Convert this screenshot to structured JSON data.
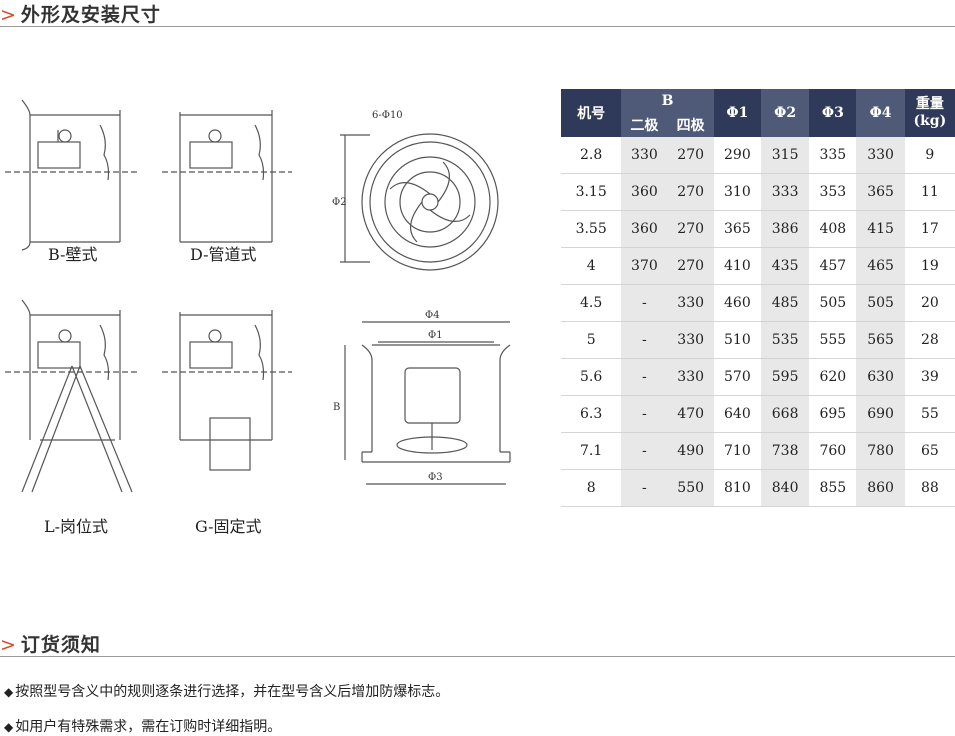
{
  "sections": {
    "dimensions": {
      "chevron": ">",
      "title": "外形及安装尺寸"
    },
    "ordering": {
      "chevron": ">",
      "title": "订货须知"
    }
  },
  "mounts": {
    "b": "B-壁式",
    "d": "D-管道式",
    "l": "L-岗位式",
    "g": "G-固定式"
  },
  "drawing": {
    "holes": "6-Φ10",
    "phi2": "Φ2",
    "phi4": "Φ4",
    "phi1": "Φ1",
    "phi3": "Φ3",
    "b": "B"
  },
  "table": {
    "headers": {
      "model": "机号",
      "b": "B",
      "two_pole": "二极",
      "four_pole": "四极",
      "phi1": "Φ1",
      "phi2": "Φ2",
      "phi3": "Φ3",
      "phi4": "Φ4",
      "weight": "重量",
      "weight_unit": "(kg)"
    },
    "rows": [
      [
        "2.8",
        "330",
        "270",
        "290",
        "315",
        "335",
        "330",
        "9"
      ],
      [
        "3.15",
        "360",
        "270",
        "310",
        "333",
        "353",
        "365",
        "11"
      ],
      [
        "3.55",
        "360",
        "270",
        "365",
        "386",
        "408",
        "415",
        "17"
      ],
      [
        "4",
        "370",
        "270",
        "410",
        "435",
        "457",
        "465",
        "19"
      ],
      [
        "4.5",
        "-",
        "330",
        "460",
        "485",
        "505",
        "505",
        "20"
      ],
      [
        "5",
        "-",
        "330",
        "510",
        "535",
        "555",
        "565",
        "28"
      ],
      [
        "5.6",
        "-",
        "330",
        "570",
        "595",
        "620",
        "630",
        "39"
      ],
      [
        "6.3",
        "-",
        "470",
        "640",
        "668",
        "695",
        "690",
        "55"
      ],
      [
        "7.1",
        "-",
        "490",
        "710",
        "738",
        "760",
        "780",
        "65"
      ],
      [
        "8",
        "-",
        "550",
        "810",
        "840",
        "855",
        "860",
        "88"
      ]
    ]
  },
  "notes": [
    {
      "bullet": "◆",
      "text": "按照型号含义中的规则逐条进行选择，并在型号含义后增加防爆标志。"
    },
    {
      "bullet": "◆",
      "text": "如用户有特殊需求，需在订购时详细指明。"
    }
  ]
}
